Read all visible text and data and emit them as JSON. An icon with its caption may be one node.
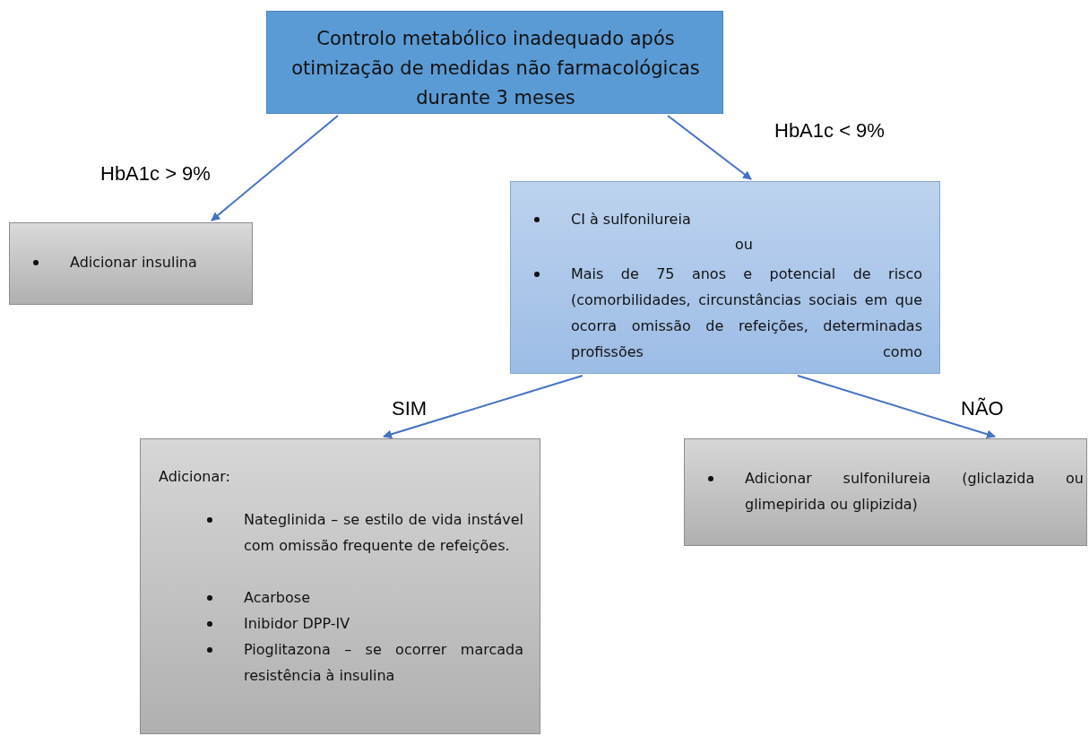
{
  "diagram": {
    "nodes": [
      {
        "text": [
          "Controlo metabólico inadequado após otimização de medidas não farmacológicas durante 3 meses"
        ]
      },
      {
        "text": [
          "Adicionar insulina"
        ]
      },
      {
        "text": [
          "CI à sulfonilureia",
          "ou",
          "Mais de 75 anos e potencial de risco (comorbilidades, circunstâncias sociais em que ocorra omissão de refeições, determinadas profissões como"
        ]
      },
      {
        "text": [
          "Adicionar:",
          "Nateglinida – se estilo de vida instável com omissão frequente de refeições.",
          "Acarbose",
          "Inibidor DPP-IV",
          "Pioglitazona – se ocorrer marcada resistência à insulina"
        ]
      },
      {
        "text": [
          "Adicionar sulfonilureia (gliclazida ou glimepirida ou glipizida)"
        ]
      }
    ],
    "edges": [
      {
        "from": 0,
        "to": 1,
        "arrow": "to",
        "label": "HbA1c > 9%"
      },
      {
        "from": 0,
        "to": 2,
        "arrow": "to",
        "label": "HbA1c < 9%"
      },
      {
        "from": 2,
        "to": 3,
        "arrow": "to",
        "label": "SIM"
      },
      {
        "from": 2,
        "to": 4,
        "arrow": "to",
        "label": "NÃO"
      }
    ]
  }
}
